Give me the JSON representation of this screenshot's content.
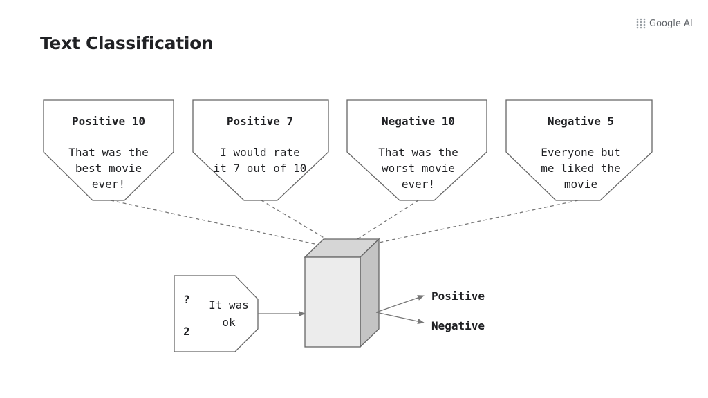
{
  "slide": {
    "title": "Text Classification",
    "logo_text": "Google AI",
    "logo_icon": "google-ai-dots-icon"
  },
  "examples": [
    {
      "label": "Positive 10",
      "lines": [
        "That was the",
        "best movie",
        "ever!"
      ]
    },
    {
      "label": "Positive 7",
      "lines": [
        "I would rate",
        "it 7 out of 10"
      ]
    },
    {
      "label": "Negative 10",
      "lines": [
        "That was the",
        "worst movie",
        "ever!"
      ]
    },
    {
      "label": "Negative 5",
      "lines": [
        "Everyone but",
        "me liked the",
        "movie"
      ]
    }
  ],
  "input": {
    "label_top": "?",
    "label_bottom": "2",
    "lines": [
      "It was",
      "ok"
    ]
  },
  "outputs": {
    "positive": "Positive",
    "negative": "Negative"
  },
  "colors": {
    "box_fill": "#ececec",
    "box_side": "#c4c4c4",
    "stroke": "#666666",
    "arrow": "#777777"
  }
}
